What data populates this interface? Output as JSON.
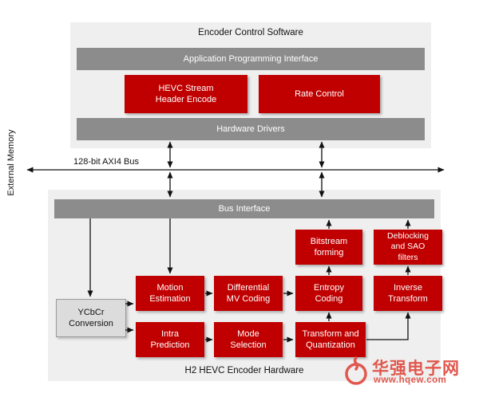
{
  "labels": {
    "external_memory": "External Memory",
    "bus": "128-bit AXI4 Bus"
  },
  "software": {
    "title": "Encoder Control Software",
    "api": "Application Programming Interface",
    "hevc_header": "HEVC  Stream\nHeader Encode",
    "rate_control": "Rate Control",
    "drivers": "Hardware Drivers"
  },
  "hardware": {
    "title": "H2 HEVC Encoder Hardware",
    "bus_interface": "Bus Interface",
    "ycbcr": "YCbCr\nConversion",
    "motion_estimation": "Motion\nEstimation",
    "differential_mv": "Differential\nMV Coding",
    "entropy_coding": "Entropy\nCoding",
    "bitstream_forming": "Bitstream\nforming",
    "deblocking": "Deblocking\nand SAO\nfilters",
    "inverse_transform": "Inverse\nTransform",
    "intra_prediction": "Intra\nPrediction",
    "mode_selection": "Mode\nSelection",
    "transform_quant": "Transform and\nQuantization"
  },
  "watermark": {
    "name": "华强电子网",
    "url": "www.hqew.com"
  },
  "colors": {
    "block_red": "#c00000",
    "bar_gray": "#8c8c8c",
    "panel_gray": "#efefef",
    "line_black": "#111111",
    "watermark_red": "#e0584e"
  }
}
